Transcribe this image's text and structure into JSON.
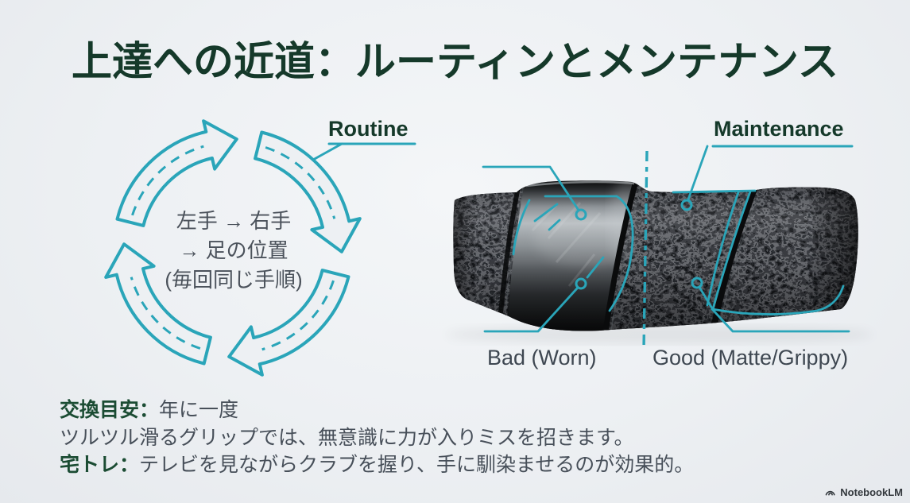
{
  "slide": {
    "title": "上達への近道：ルーティンとメンテナンス",
    "routine": {
      "label": "Routine",
      "cycle_lines": [
        "左手 → 右手",
        "→ 足の位置",
        "(毎回同じ手順)"
      ]
    },
    "maintenance": {
      "label": "Maintenance",
      "bad_label": "Bad (Worn)",
      "good_label": "Good (Matte/Grippy)"
    },
    "notes": [
      {
        "lead": "交換目安：",
        "text": "年に一度"
      },
      {
        "lead": "",
        "text": "ツルツル滑るグリップでは、無意識に力が入りミスを招きます。"
      },
      {
        "lead": "宅トレ：",
        "text": "テレビを見ながらクラブを握り、手に馴染ませるのが効果的。"
      }
    ],
    "branding": {
      "icon": "notebooklm-swirl-icon",
      "label": "NotebookLM"
    }
  },
  "colors": {
    "bg": "#edf0f3",
    "teal": "#2aa5b9",
    "title_green": "#15392a",
    "lead_green": "#1b4c33",
    "body_gray": "#474f59",
    "label_gray": "#3e4751",
    "cycle_text_gray": "#4b525b",
    "brand_gray": "#33383d"
  }
}
